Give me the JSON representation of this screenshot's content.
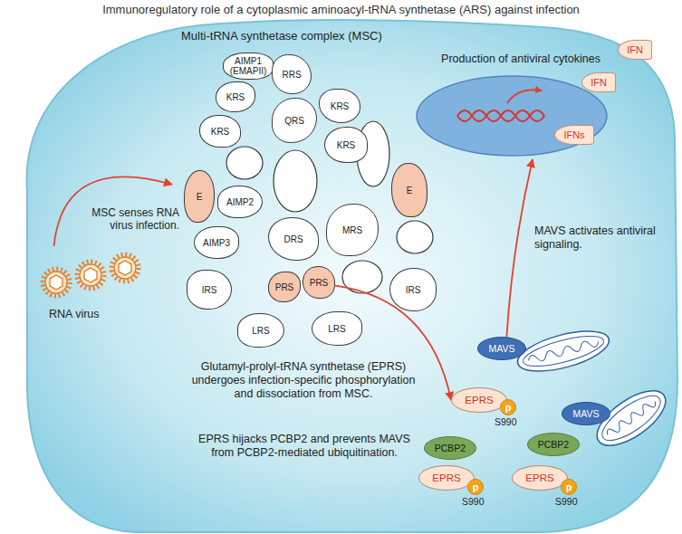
{
  "diagram": {
    "title": "Immunoregulatory role of a cytoplasmic aminoacyl-tRNA synthetase (ARS) against infection",
    "nodes": [
      {
        "text": [
          "Multi-tRNA synthetase complex (MSC)"
        ]
      },
      {
        "text": [
          "AIMP1 (EMAPII)"
        ],
        "in": 0
      },
      {
        "text": [
          "RRS"
        ],
        "in": 0
      },
      {
        "text": [
          "KRS"
        ],
        "in": 0
      },
      {
        "text": [
          "KRS"
        ],
        "in": 0
      },
      {
        "text": [
          "QRS"
        ],
        "in": 0
      },
      {
        "text": [
          "KRS"
        ],
        "in": 0
      },
      {
        "text": [
          "KRS"
        ],
        "in": 0
      },
      {
        "text": [
          "E"
        ],
        "in": 0
      },
      {
        "text": [
          "AIMP2"
        ],
        "in": 0
      },
      {
        "text": [
          "E"
        ],
        "in": 0
      },
      {
        "text": [
          "AIMP3"
        ],
        "in": 0
      },
      {
        "text": [
          "DRS"
        ],
        "in": 0
      },
      {
        "text": [
          "MRS"
        ],
        "in": 0
      },
      {
        "text": [
          "IRS"
        ],
        "in": 0
      },
      {
        "text": [
          "PRS"
        ],
        "in": 0
      },
      {
        "text": [
          "PRS"
        ],
        "in": 0
      },
      {
        "text": [
          "IRS"
        ],
        "in": 0
      },
      {
        "text": [
          "LRS"
        ],
        "in": 0
      },
      {
        "text": [
          "LRS"
        ],
        "in": 0
      },
      {
        "text": [
          "RNA virus"
        ]
      },
      {
        "text": [
          "Production of antiviral cytokines"
        ]
      },
      {
        "text": [
          "IFN"
        ]
      },
      {
        "text": [
          "IFN"
        ]
      },
      {
        "text": [
          "IFNs"
        ]
      },
      {
        "text": [
          "MAVS"
        ]
      },
      {
        "text": [
          "EPRS"
        ]
      },
      {
        "text": [
          "p"
        ],
        "in": 26
      },
      {
        "text": [
          "PCBP2"
        ]
      },
      {
        "text": [
          "EPRS"
        ]
      },
      {
        "text": [
          "p"
        ],
        "in": 29
      },
      {
        "text": [
          "MAVS"
        ]
      },
      {
        "text": [
          "PCBP2"
        ]
      },
      {
        "text": [
          "EPRS"
        ]
      },
      {
        "text": [
          "p"
        ],
        "in": 33
      }
    ],
    "edges": [
      {
        "from": 20,
        "to": 0,
        "arrow": "to"
      },
      {
        "from": 16,
        "to": 26,
        "arrow": "to"
      },
      {
        "from": 25,
        "to": 21,
        "arrow": "to"
      }
    ],
    "labels": [
      "MSC senses RNA virus infection.",
      "Glutamyl-prolyl-tRNA synthetase (EPRS) undergoes infection-specific phosphorylation and dissociation from MSC.",
      "EPRS hijacks PCBP2 and prevents MAVS from PCBP2-mediated ubiquitination.",
      "MAVS activates antiviral signaling.",
      "S990",
      "S990",
      "S990"
    ]
  }
}
